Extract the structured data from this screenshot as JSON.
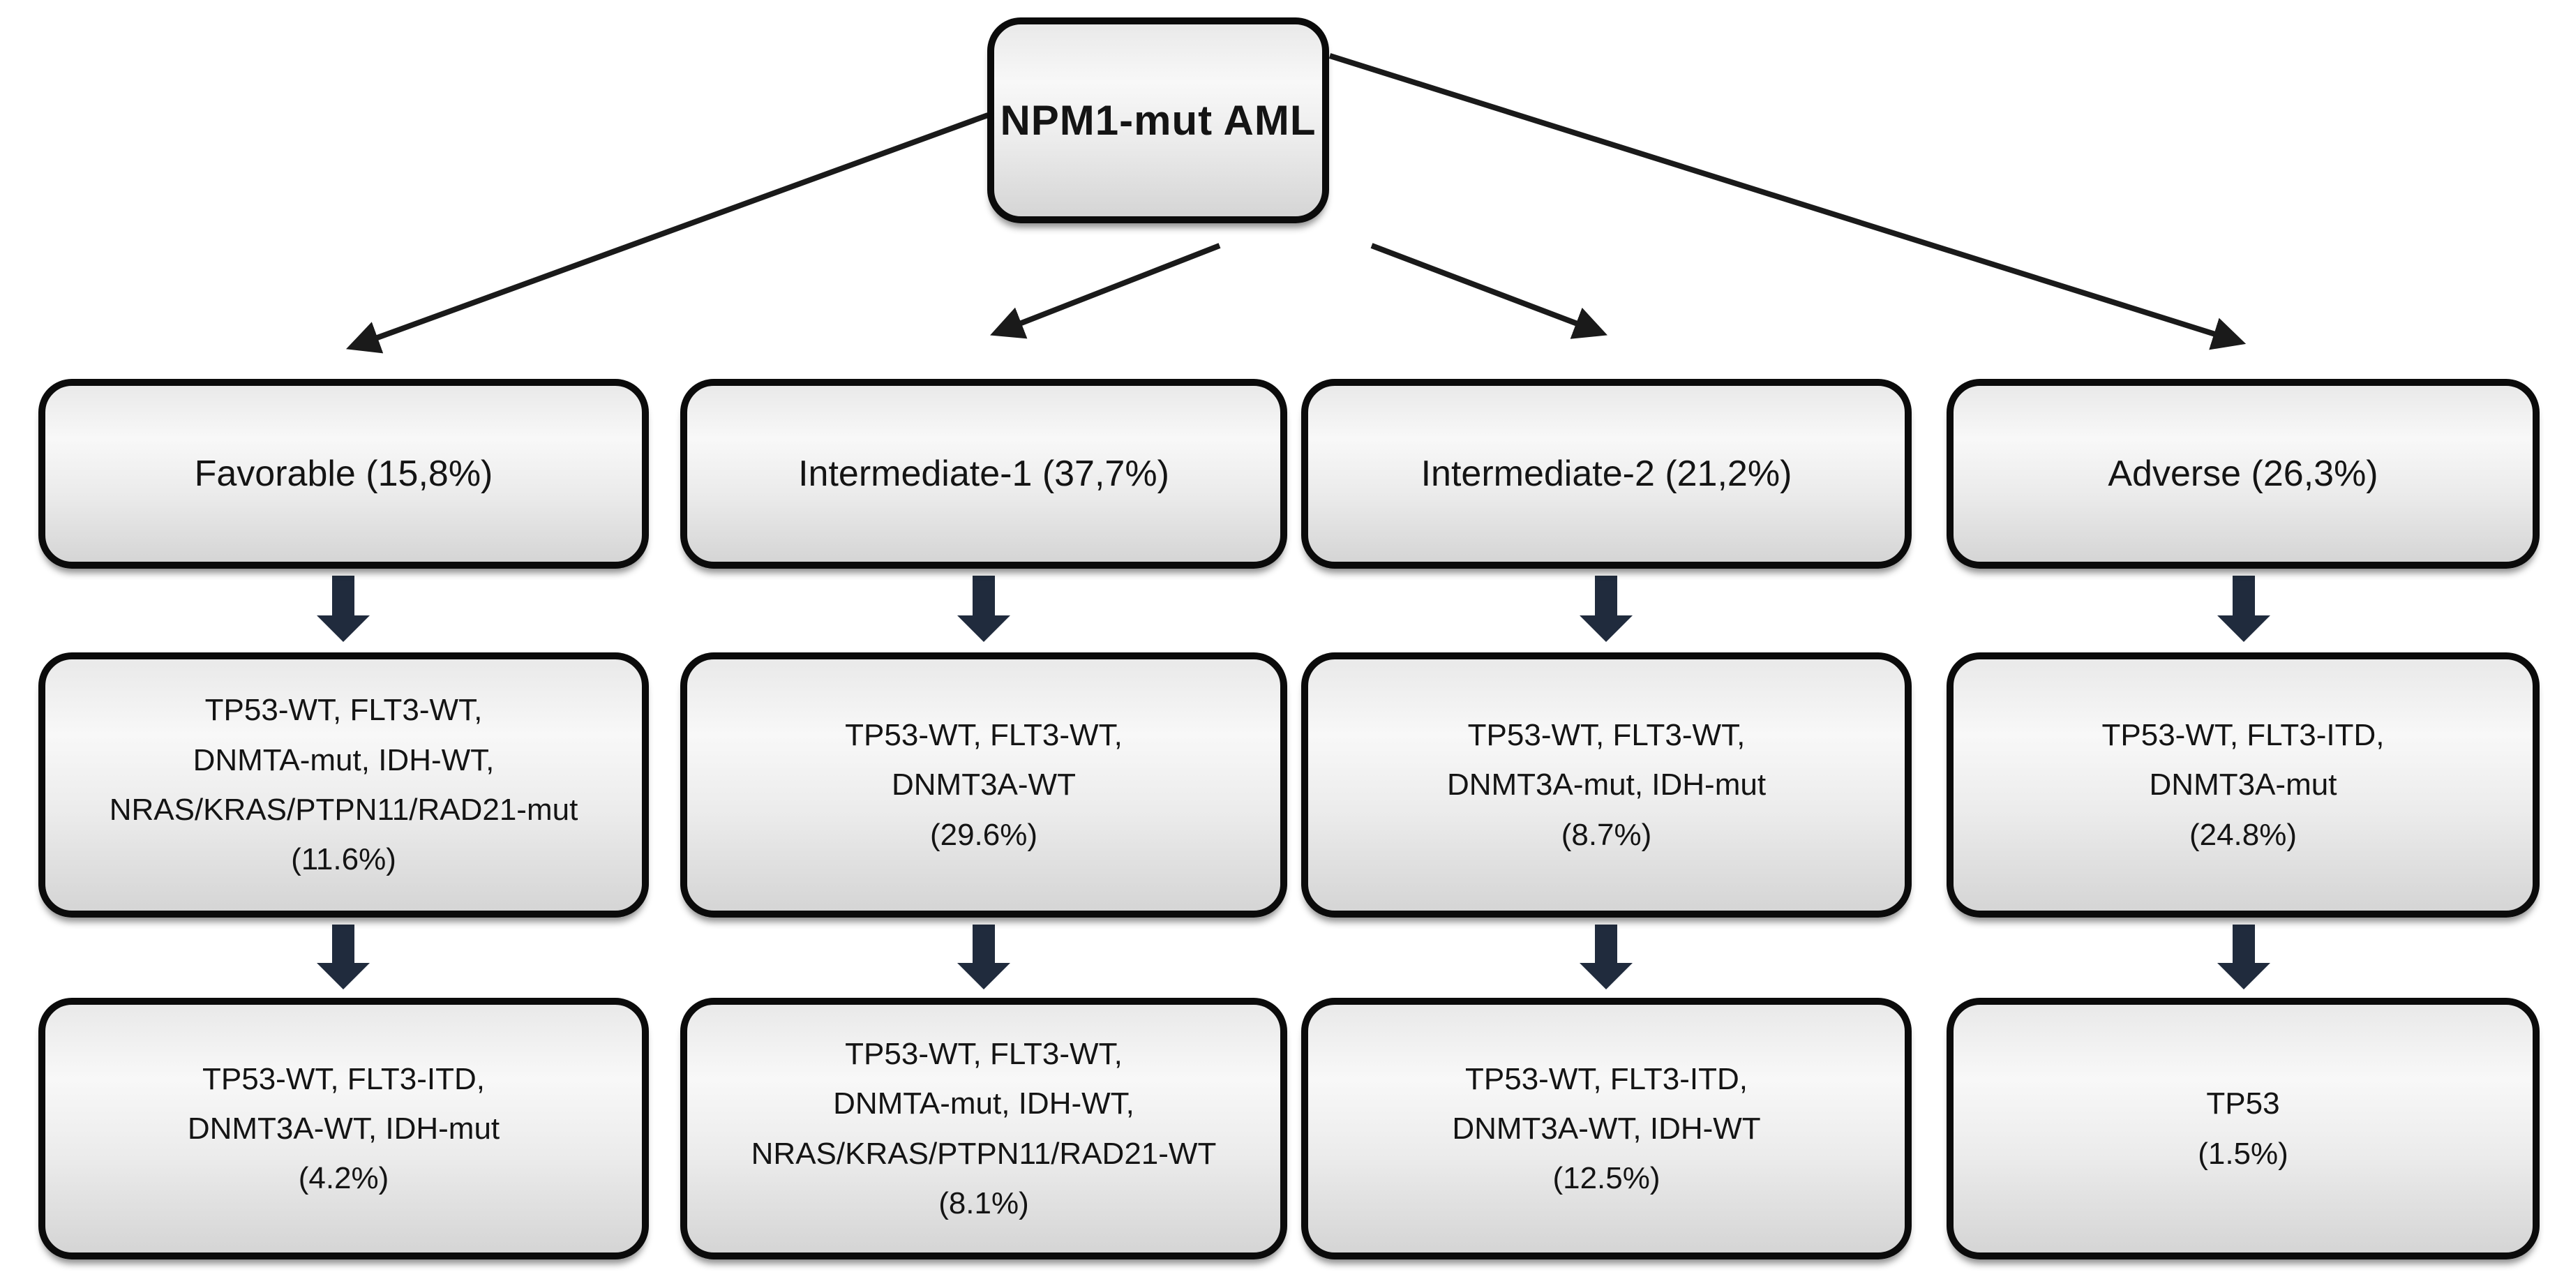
{
  "diagram": {
    "root_label": "NPM1-mut AML",
    "columns": [
      {
        "id": "favorable",
        "category_label": "Favorable (15,8%)",
        "genotype_primary": "TP53-WT, FLT3-WT,\nDNMTA-mut, IDH-WT,\nNRAS/KRAS/PTPN11/RAD21-mut\n(11.6%)",
        "genotype_secondary": "TP53-WT, FLT3-ITD,\nDNMT3A-WT, IDH-mut\n(4.2%)"
      },
      {
        "id": "intermediate-1",
        "category_label": "Intermediate-1 (37,7%)",
        "genotype_primary": "TP53-WT, FLT3-WT,\nDNMT3A-WT\n(29.6%)",
        "genotype_secondary": "TP53-WT, FLT3-WT,\nDNMTA-mut, IDH-WT,\nNRAS/KRAS/PTPN11/RAD21-WT\n(8.1%)"
      },
      {
        "id": "intermediate-2",
        "category_label": "Intermediate-2 (21,2%)",
        "genotype_primary": "TP53-WT, FLT3-WT,\nDNMT3A-mut, IDH-mut\n(8.7%)",
        "genotype_secondary": "TP53-WT, FLT3-ITD,\nDNMT3A-WT, IDH-WT\n(12.5%)"
      },
      {
        "id": "adverse",
        "category_label": "Adverse (26,3%)",
        "genotype_primary": "TP53-WT, FLT3-ITD,\nDNMT3A-mut\n(24.8%)",
        "genotype_secondary": "TP53\n(1.5%)"
      }
    ],
    "colors": {
      "background": "#ffffff",
      "box_border": "#0b0b0b",
      "box_fill_top": "#f8f8f8",
      "box_fill_bottom": "#d5d5d5",
      "block_arrow": "#202b3d",
      "branch_arrow": "#1a1a1a",
      "text": "#141414"
    }
  }
}
